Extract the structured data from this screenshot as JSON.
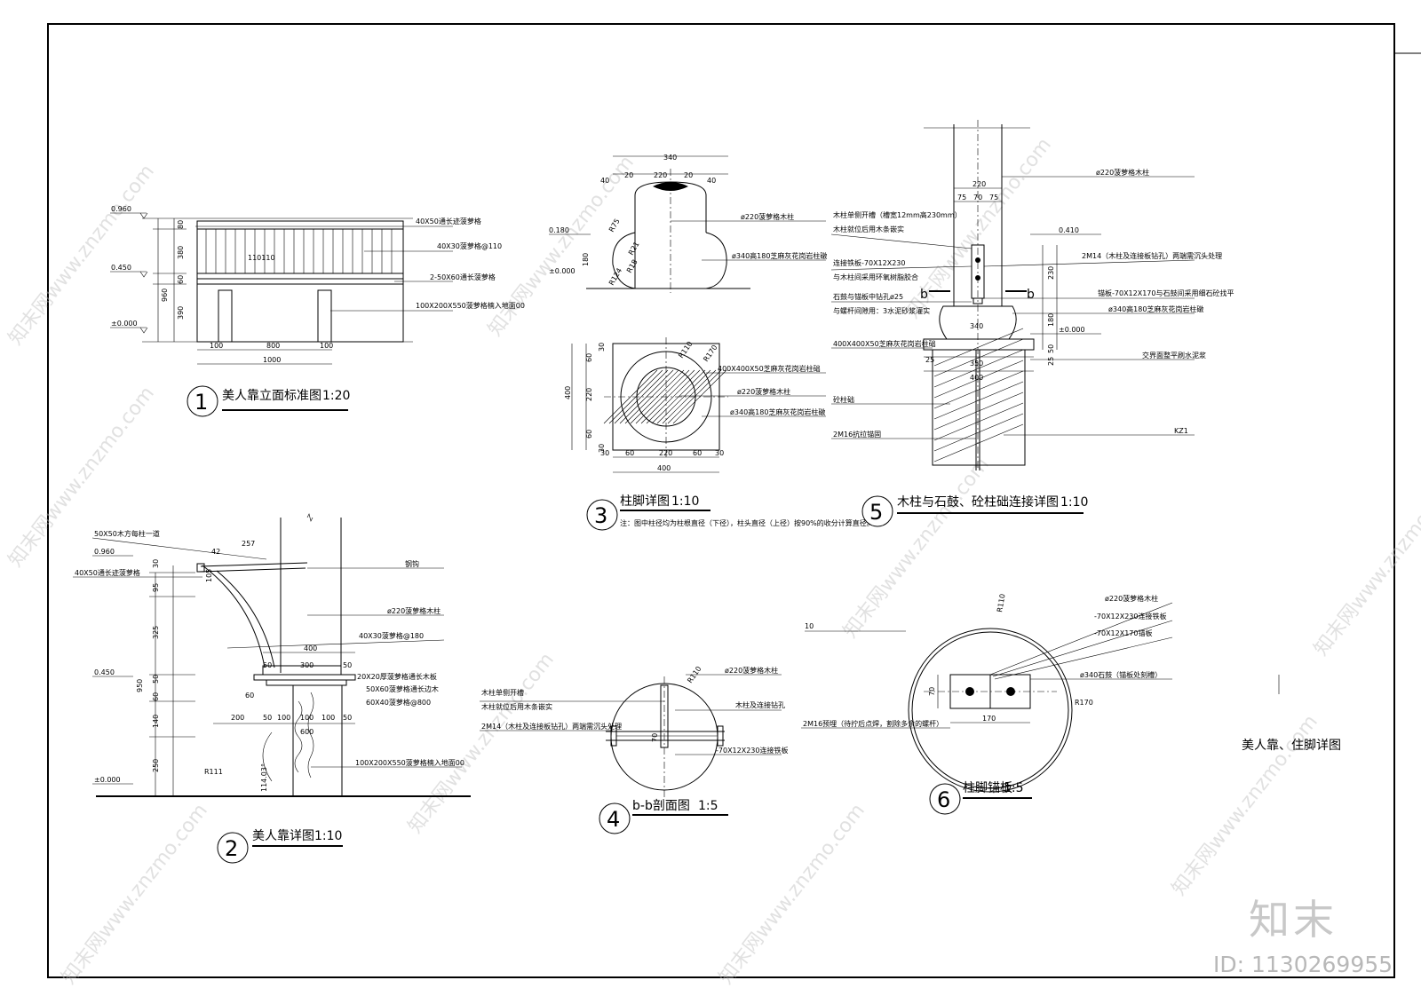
{
  "sheet_title": "美人靠、住脚详图",
  "brand": "知末",
  "id_text": "ID: 1130269955",
  "watermark": "知末网www.znzmo.com",
  "detail1": {
    "num": "1",
    "title": "美人靠立面标准图",
    "scale": "1:20",
    "levels": [
      "0.960",
      "0.450",
      "±0.000"
    ],
    "vdims": [
      "80",
      "380",
      "960",
      "60",
      "390"
    ],
    "hdims": [
      "100",
      "800",
      "100",
      "1000"
    ],
    "spacing": "110110",
    "notes": [
      "40X50通长迹菠萝格",
      "40X30菠萝格@110",
      "2-50X60通长菠萝格",
      "100X200X550菠萝格楠入地面00"
    ]
  },
  "detail2": {
    "num": "2",
    "title": "美人靠详图",
    "scale": "1:10",
    "levels": [
      "0.960",
      "0.450",
      "±0.000"
    ],
    "vdims": [
      "30",
      "95",
      "325",
      "950",
      "50",
      "60",
      "140",
      "250",
      "105"
    ],
    "hdims": [
      "400",
      "300",
      "50",
      "50",
      "200",
      "50",
      "100",
      "100",
      "100",
      "50",
      "600"
    ],
    "misc": [
      "257",
      "42",
      "R111",
      "114.03°",
      "60"
    ],
    "notes": [
      "50X50木方每柱一道",
      "40X50通长迹菠萝格",
      "钢钩",
      "ø220菠萝格木柱",
      "40X30菠萝格@180",
      "20X20厚菠萝格通长木板",
      "50X60菠萝格通长边木",
      "60X40菠萝格@800",
      "100X200X550菠萝格楠入地面00"
    ]
  },
  "detail3": {
    "num": "3",
    "title": "柱脚详图",
    "scale": "1:10",
    "top_dims": [
      "340",
      "20",
      "220",
      "20",
      "40",
      "40"
    ],
    "side_dims": [
      "0.180",
      "180",
      "±0.000",
      "R75",
      "R21",
      "R18",
      "R124"
    ],
    "plan_dims": [
      "60",
      "220",
      "60",
      "30",
      "30",
      "400",
      "R170",
      "R110"
    ],
    "notes": [
      "ø220菠萝格木柱",
      "ø340高180芝麻灰花岗岩柱礅",
      "400X400X50芝麻灰花岗岩柱础"
    ],
    "footnote": "注：图中柱径均为柱根直径（下径），柱头直径（上径）按90%的收分计算直径。"
  },
  "detail4": {
    "num": "4",
    "title": "b-b剖面图",
    "scale": "1:5",
    "dims": [
      "R110",
      "70"
    ],
    "notes": [
      "ø220菠萝格木柱",
      "木柱单侧开槽",
      "木柱就位后用木条嵌实",
      "2M14（木柱及连接板钻孔）两端需沉头处理",
      "木柱及连接钻孔",
      "-70X12X230连接铁板"
    ]
  },
  "detail5": {
    "num": "5",
    "title": "木柱与石鼓、砼柱础连接详图",
    "scale": "1:10",
    "levels": [
      "0.410",
      "±0.000"
    ],
    "dims": [
      "220",
      "75",
      "70",
      "75",
      "230",
      "180",
      "340",
      "25",
      "350",
      "400",
      "25",
      "50"
    ],
    "section_marks": [
      "b",
      "b"
    ],
    "notes": [
      "ø220菠萝格木柱",
      "木柱单侧开槽（槽宽12mm高230mm）",
      "木柱就位后用木条嵌实",
      "连接铁板-70X12X230",
      "与木柱间采用环氧树脂胶合",
      "2M14（木柱及连接板钻孔）两端需沉头处理",
      "锚板-70X12X170与石鼓间采用细石砼找平",
      "石鼓与锚板中钻孔ø25",
      "与螺杆间隙用：3水泥砂浆灌实",
      "ø340高180芝麻灰花岗岩柱礅",
      "400X400X50芝麻灰花岗岩柱础",
      "交界面整平刷水泥浆",
      "砼柱础",
      "2M16抗拉锚固",
      "KZ1"
    ]
  },
  "detail6": {
    "num": "6",
    "title": "柱脚锚板",
    "scale": "1:5",
    "dims": [
      "R110",
      "R170",
      "70",
      "170",
      "10"
    ],
    "notes": [
      "ø220菠萝格木柱",
      "-70X12X230连接铁板",
      "-70X12X170锚板",
      "ø340石鼓（锚板处刻槽）",
      "2M16预埋（待拧后点焊，割除多余的螺杆）"
    ]
  }
}
